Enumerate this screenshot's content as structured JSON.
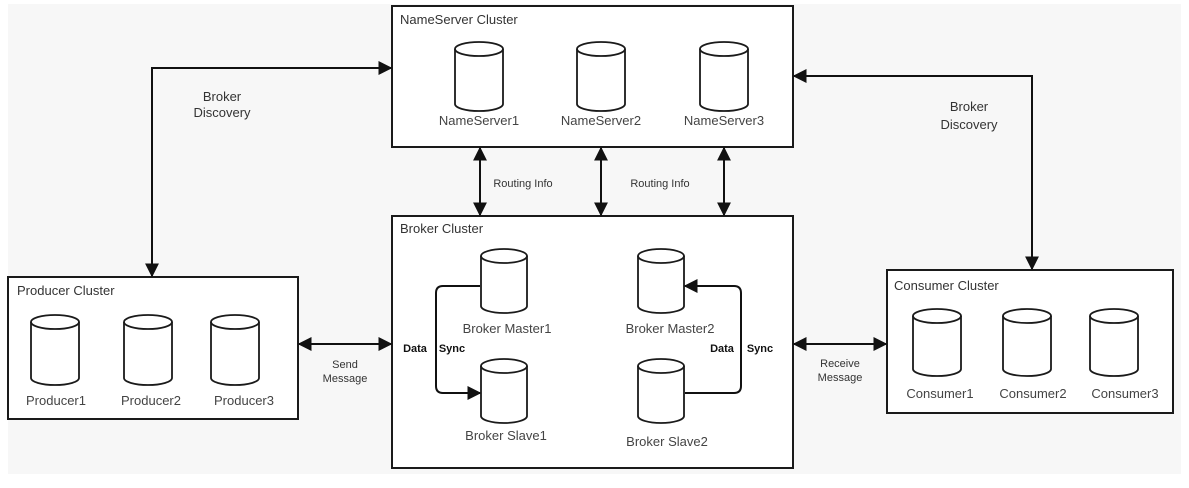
{
  "clusters": {
    "nameserver": {
      "title": "NameServer Cluster",
      "nodes": [
        "NameServer1",
        "NameServer2",
        "NameServer3"
      ]
    },
    "broker": {
      "title": "Broker Cluster",
      "nodes": [
        "Broker Master1",
        "Broker Slave1",
        "Broker Master2",
        "Broker Slave2"
      ]
    },
    "producer": {
      "title": "Producer Cluster",
      "nodes": [
        "Producer1",
        "Producer2",
        "Producer3"
      ]
    },
    "consumer": {
      "title": "Consumer Cluster",
      "nodes": [
        "Consumer1",
        "Consumer2",
        "Consumer3"
      ]
    }
  },
  "edges": {
    "broker_discovery_left": [
      "Broker",
      "Discovery"
    ],
    "broker_discovery_right": [
      "Broker",
      "Discovery"
    ],
    "routing_info_1": "Routing Info",
    "routing_info_2": "Routing Info",
    "send_message": [
      "Send",
      "Message"
    ],
    "receive_message": [
      "Receive",
      "Message"
    ],
    "data_sync_left": [
      "Data",
      "Sync"
    ],
    "data_sync_right": [
      "Data",
      "Sync"
    ]
  }
}
